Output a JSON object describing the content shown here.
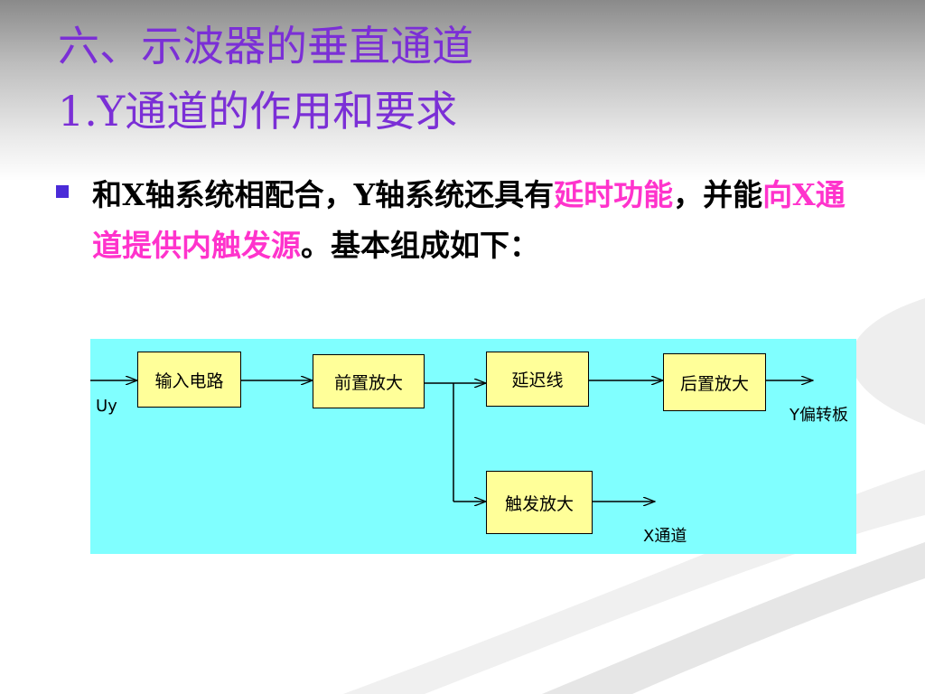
{
  "colors": {
    "title": "#7b2fd6",
    "bullet": "#4a2bd8",
    "highlight": "#ff33cc",
    "diagram_bg": "#80ffff",
    "box_fill": "#ffff99",
    "line": "#000000"
  },
  "title": {
    "line1": "六、示波器的垂直通道",
    "line2": "1.Y通道的作用和要求"
  },
  "bullet": {
    "icon": "square-bullet-icon",
    "segments": [
      {
        "text": "和X轴系统相配合，Y轴系统还具有",
        "highlight": false
      },
      {
        "text": "延时功能",
        "highlight": true
      },
      {
        "text": "，并能",
        "highlight": false
      },
      {
        "text": "向X通道提供内触发源",
        "highlight": true
      },
      {
        "text": "。基本组成如下：",
        "highlight": false
      }
    ]
  },
  "diagram": {
    "input_label": "Uy",
    "boxes": {
      "input_circuit": "输入电路",
      "pre_amp": "前置放大",
      "delay_line": "延迟线",
      "post_amp": "后置放大",
      "trigger_amp": "触发放大"
    },
    "output_y": "Y偏转板",
    "output_x": "X通道"
  }
}
